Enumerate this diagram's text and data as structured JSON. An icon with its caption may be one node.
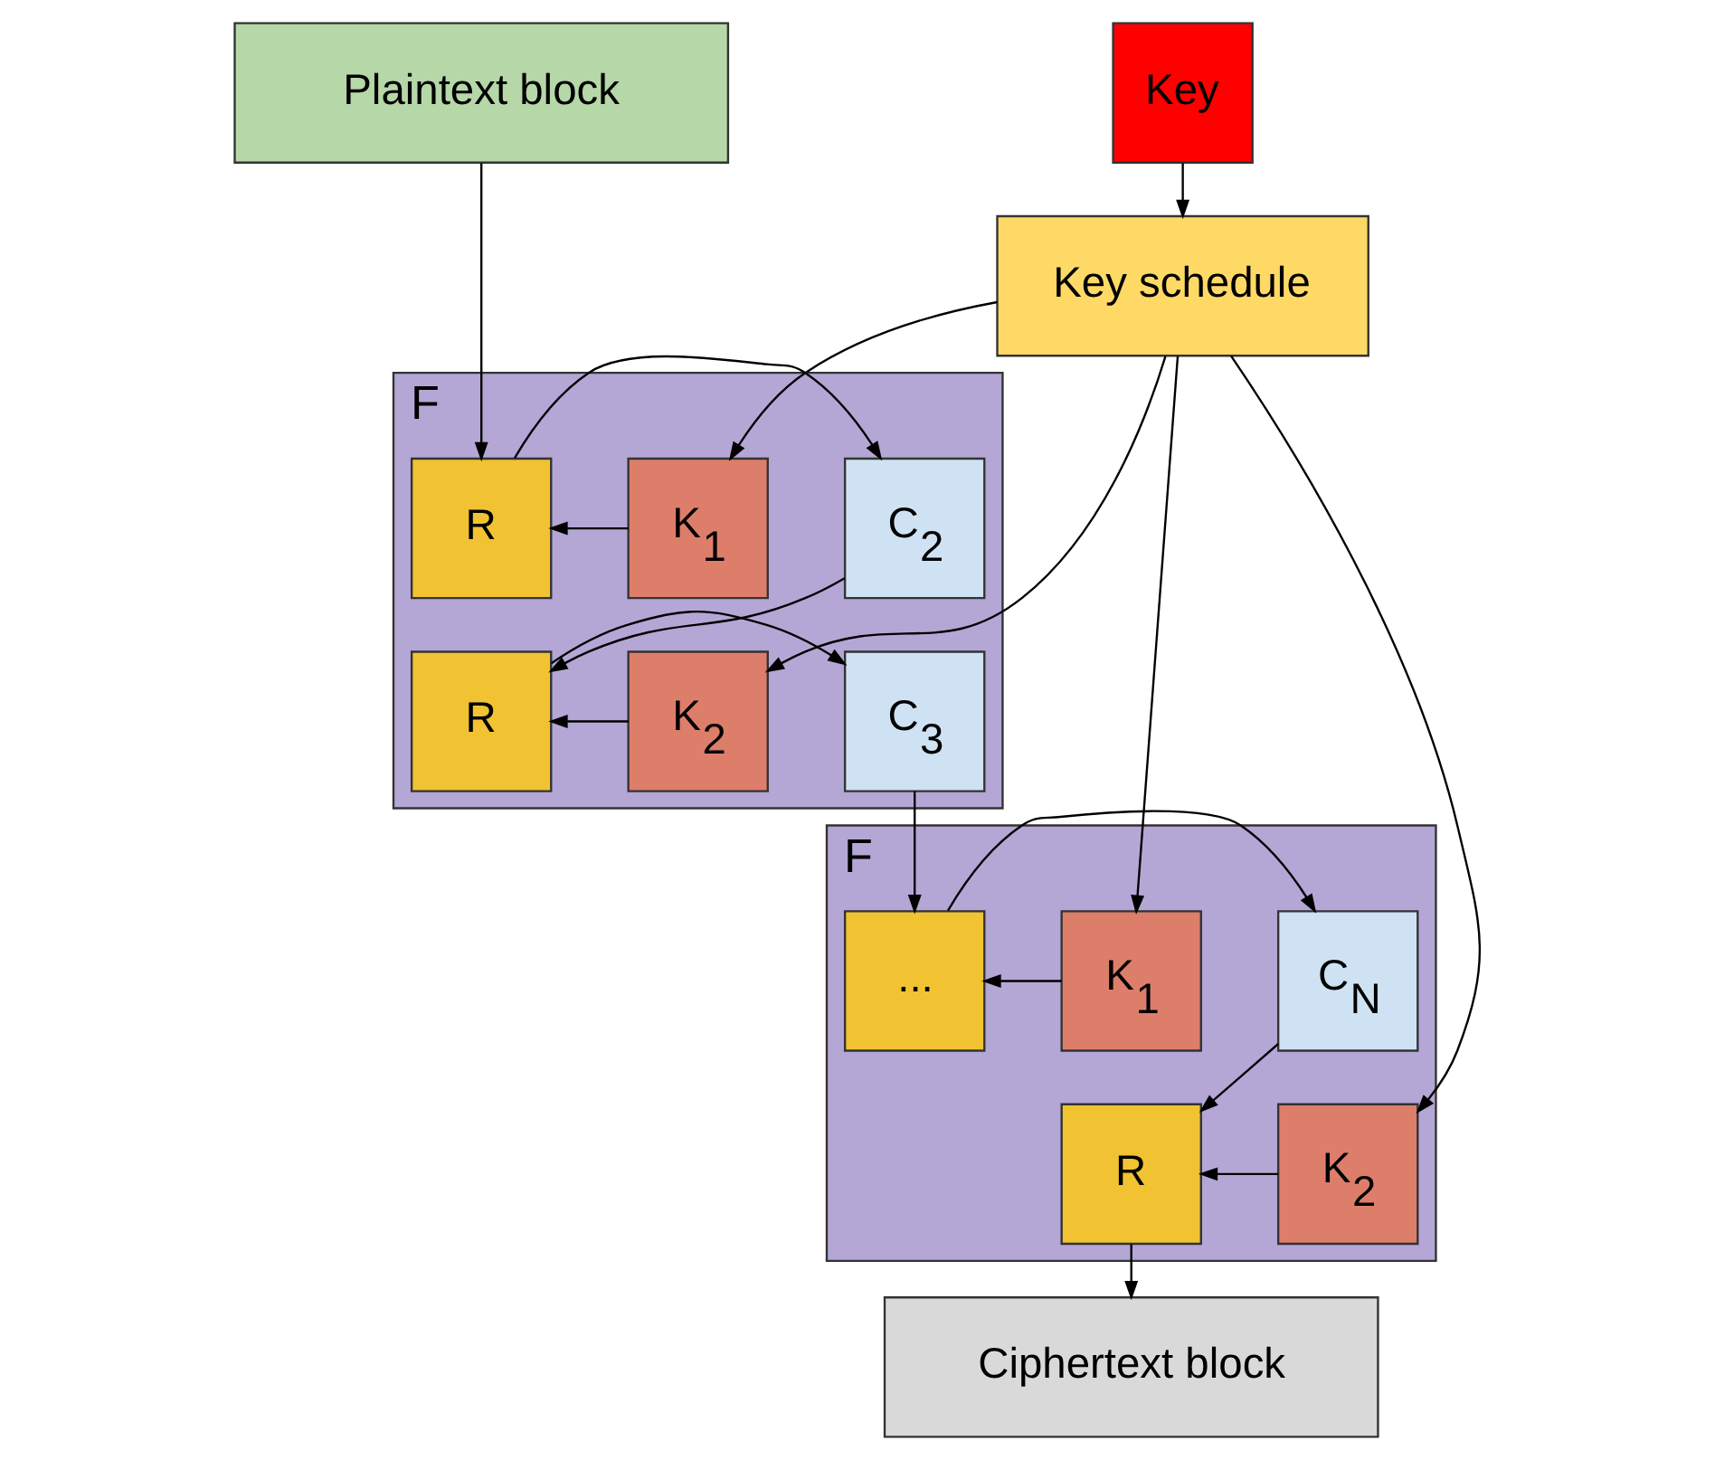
{
  "diagram": {
    "nodes": [
      {
        "text": [
          "Plaintext block"
        ]
      },
      {
        "text": [
          "Key"
        ]
      },
      {
        "text": [
          "F"
        ]
      },
      {
        "text": [
          "C$_{2}$"
        ],
        "in": 2
      },
      {
        "text": [
          "R"
        ],
        "in": 2
      },
      {
        "text": [
          "K$_{1}$"
        ],
        "in": 2
      },
      {
        "text": [
          "C$_{3}$"
        ],
        "in": 2
      },
      {
        "text": [
          "R"
        ],
        "in": 2
      },
      {
        "text": [
          "K$_{2}$"
        ],
        "in": 2
      },
      {
        "text": [
          "Key schedule"
        ]
      },
      {
        "text": [
          "F"
        ]
      },
      {
        "text": [
          "C$_{N}$"
        ],
        "in": 10
      },
      {
        "text": [
          "..."
        ],
        "in": 10
      },
      {
        "text": [
          "K$_{1}$"
        ],
        "in": 10
      },
      {
        "text": [
          "R"
        ],
        "in": 10
      },
      {
        "text": [
          "K$_{2}$"
        ],
        "in": 10
      },
      {
        "text": [
          "Ciphertext block"
        ]
      }
    ],
    "edges": [
      {
        "from": 0,
        "to": 4,
        "arrow": "to"
      },
      {
        "from": 1,
        "to": 9,
        "arrow": "to"
      },
      {
        "from": 5,
        "to": 4,
        "arrow": "to"
      },
      {
        "from": 4,
        "to": 3,
        "arrow": "to"
      },
      {
        "from": 3,
        "to": 7,
        "arrow": "to"
      },
      {
        "from": 8,
        "to": 7,
        "arrow": "to"
      },
      {
        "from": 7,
        "to": 6,
        "arrow": "to"
      },
      {
        "from": 6,
        "to": 12,
        "arrow": "to"
      },
      {
        "from": 13,
        "to": 12,
        "arrow": "to"
      },
      {
        "from": 12,
        "to": 11,
        "arrow": "to"
      },
      {
        "from": 11,
        "to": 14,
        "arrow": "to"
      },
      {
        "from": 15,
        "to": 14,
        "arrow": "to"
      },
      {
        "from": 14,
        "to": 16,
        "arrow": "to"
      },
      {
        "from": 9,
        "to": 5,
        "arrow": "to"
      },
      {
        "from": 9,
        "to": 8,
        "arrow": "to"
      },
      {
        "from": 9,
        "to": 13,
        "arrow": "to"
      },
      {
        "from": 9,
        "to": 15,
        "arrow": "to"
      }
    ]
  }
}
